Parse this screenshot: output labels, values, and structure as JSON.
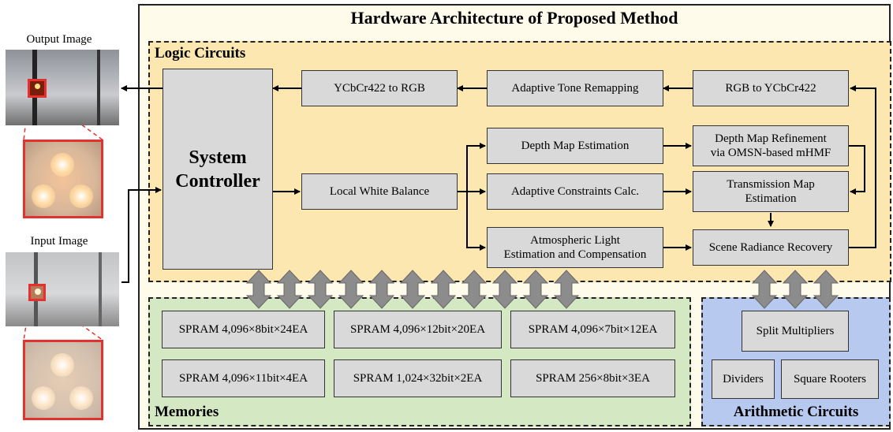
{
  "title": "Hardware Architecture of Proposed Method",
  "regions": {
    "logic": "Logic Circuits",
    "memories": "Memories",
    "arithmetic": "Arithmetic Circuits"
  },
  "blocks": {
    "system_controller": "System\nController",
    "ycbcr_to_rgb": "YCbCr422 to RGB",
    "tone_remap": "Adaptive Tone Remapping",
    "rgb_to_ycbcr": "RGB to YCbCr422",
    "local_wb": "Local White Balance",
    "depth_est": "Depth Map Estimation",
    "depth_refine": "Depth Map Refinement\nvia OMSN-based mHMF",
    "constraints": "Adaptive Constraints Calc.",
    "transmission": "Transmission Map\nEstimation",
    "atmos": "Atmospheric Light\nEstimation and Compensation",
    "radiance": "Scene Radiance Recovery"
  },
  "memories": [
    "SPRAM 4,096×8bit×24EA",
    "SPRAM 4,096×12bit×20EA",
    "SPRAM 4,096×7bit×12EA",
    "SPRAM 4,096×11bit×4EA",
    "SPRAM 1,024×32bit×2EA",
    "SPRAM 256×8bit×3EA"
  ],
  "arithmetic": {
    "split_mult": "Split Multipliers",
    "dividers": "Dividers",
    "sqrt": "Square Rooters"
  },
  "images": {
    "output_label": "Output Image",
    "input_label": "Input Image"
  },
  "colors": {
    "logic_bg": "#fde7b0",
    "memory_bg": "#d4e9c3",
    "arith_bg": "#b7c9ee",
    "block_bg": "#d9d9d9",
    "highlight": "#e53030"
  }
}
